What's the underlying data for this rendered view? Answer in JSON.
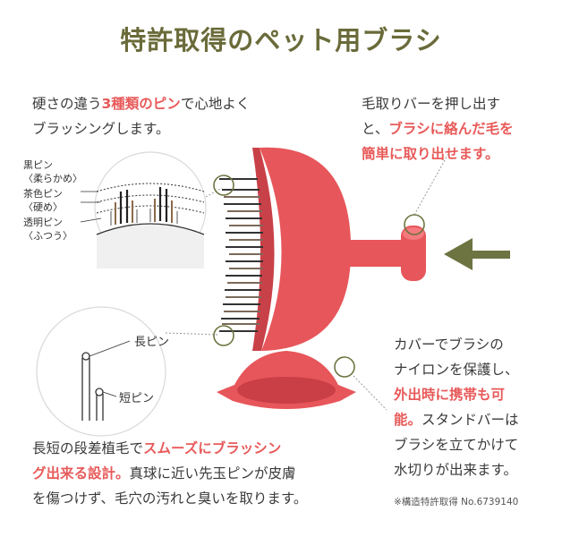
{
  "title": "特許取得のペット用ブラシ",
  "pins_text": {
    "line1_pre": "硬さの違う",
    "line1_em": "3種類のピン",
    "line1_post": "で心地よく",
    "line2": "ブラッシングします。"
  },
  "pin_labels": [
    {
      "name": "黒ピン",
      "hardness": "〈柔らかめ〉"
    },
    {
      "name": "茶色ピン",
      "hardness": "〈硬め〉"
    },
    {
      "name": "透明ピン",
      "hardness": "〈ふつう〉"
    }
  ],
  "bar_text": {
    "line1": "毛取りバーを押し出す",
    "line2_pre": "と、",
    "line2_em": "ブラシに絡んだ毛を",
    "line3_em": "簡単に取り出せます。"
  },
  "cover_text": {
    "line1": "カバーでブラシの",
    "line2": "ナイロンを保護し、",
    "line3_em": "外出時に携帯も可",
    "line4_em": "能。",
    "line4_post": "スタンドバーは",
    "line5": "ブラシを立てかけて",
    "line6": "水切りが出来ます。"
  },
  "pin_length_labels": {
    "long": "長ピン",
    "short": "短ピン"
  },
  "bottom_text": {
    "line1_pre": "長短の段差植毛で",
    "line1_em": "スムーズにブラッシン",
    "line2_em": "グ出来る設計。",
    "line2_post": "真球に近い先玉ピンが皮膚",
    "line3": "を傷つけず、毛穴の汚れと臭いを取ります。"
  },
  "patent_note": "※構造特許取得 No.6739140",
  "colors": {
    "title": "#6a6b3a",
    "accent": "#e85a5a",
    "brush": "#e7565a",
    "arrow": "#6e7441"
  }
}
